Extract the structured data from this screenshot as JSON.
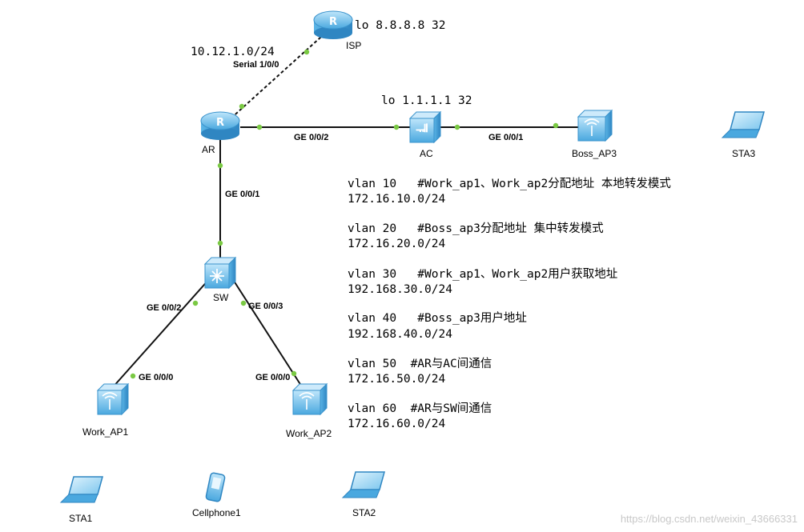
{
  "devices": {
    "isp": {
      "label": "ISP",
      "note": "lo 8.8.8.8 32"
    },
    "ar": {
      "label": "AR"
    },
    "ac": {
      "label": "AC",
      "note": "lo 1.1.1.1 32"
    },
    "boss_ap3": {
      "label": "Boss_AP3"
    },
    "sta3": {
      "label": "STA3"
    },
    "sw": {
      "label": "SW"
    },
    "work_ap1": {
      "label": "Work_AP1"
    },
    "work_ap2": {
      "label": "Work_AP2"
    },
    "sta1": {
      "label": "STA1"
    },
    "cellphone1": {
      "label": "Cellphone1"
    },
    "sta2": {
      "label": "STA2"
    }
  },
  "links": {
    "isp_ar": {
      "subnet": "10.12.1.0/24",
      "port": "Serial 1/0/0"
    },
    "ar_ac": {
      "port": "GE 0/0/2"
    },
    "ac_boss": {
      "port": "GE 0/0/1"
    },
    "ar_sw": {
      "port": "GE 0/0/1"
    },
    "sw_ap1": {
      "sw_port": "GE 0/0/2",
      "ap_port": "GE 0/0/0"
    },
    "sw_ap2": {
      "sw_port": "GE 0/0/3",
      "ap_port": "GE 0/0/0"
    }
  },
  "vlans": [
    {
      "line1": "vlan 10   #Work_ap1、Work_ap2分配地址 本地转发模式",
      "line2": "172.16.10.0/24"
    },
    {
      "line1": "vlan 20   #Boss_ap3分配地址 集中转发模式",
      "line2": "172.16.20.0/24"
    },
    {
      "line1": "vlan 30   #Work_ap1、Work_ap2用户获取地址",
      "line2": "192.168.30.0/24"
    },
    {
      "line1": "vlan 40   #Boss_ap3用户地址",
      "line2": "192.168.40.0/24"
    },
    {
      "line1": "vlan 50  #AR与AC间通信",
      "line2": "172.16.50.0/24"
    },
    {
      "line1": "vlan 60  #AR与SW间通信",
      "line2": "172.16.60.0/24"
    }
  ],
  "watermark": "https://blog.csdn.net/weixin_43666331",
  "colors": {
    "device_blue": "#4aa8df",
    "link": "#111111",
    "port_dot": "#7ac943"
  }
}
